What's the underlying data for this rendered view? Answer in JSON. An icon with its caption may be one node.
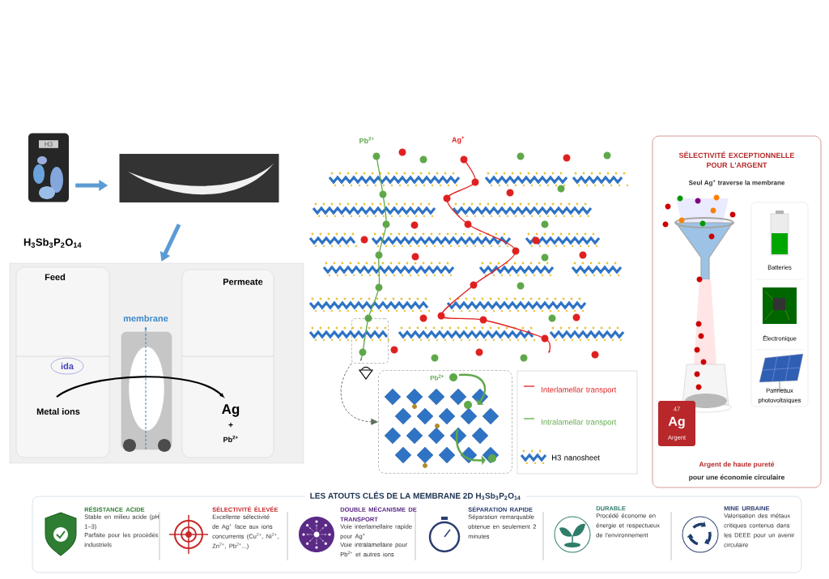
{
  "diagram": {
    "nodes": [
      {
        "text": [
          "H3"
        ]
      },
      {
        "text": [],
        "shape": "picture"
      },
      {
        "text": [
          "Feed",
          "Permeate",
          "membrane",
          "ida",
          "Metal ions",
          "Ag",
          "+",
          "Pb$^{2+}$"
        ]
      },
      {
        "text": [],
        "shape": "box"
      },
      {
        "text": [
          "Pb$^{2+}$"
        ]
      },
      {
        "text": [
          "SÉLECTIVITÉ EXCEPTIONNELLE POUR L'ARGENT",
          "Seul Ag$^{+}$ traverse la membrane",
          "Argent de haute pureté",
          "pour une économie circulaire"
        ]
      },
      {
        "text": [
          "Batteries"
        ],
        "in": 5
      },
      {
        "text": [
          "Électronique"
        ],
        "in": 5
      },
      {
        "text": [
          "Panneaux photovoltaïques"
        ],
        "in": 5
      },
      {
        "text": [
          "47",
          "Ag",
          "Argent"
        ],
        "in": 5
      },
      {
        "text": [
          "LES ATOUTS CLÉS DE LA MEMBRANE 2D H$_{3}$Sb$_{3}$P$_{2}$O$_{14}$"
        ]
      },
      {
        "text": [
          "RÉSISTANCE ACIDE",
          "Stable en milieu acide (pH 1–3)",
          "Parfaite pour les procédés industriels"
        ],
        "in": 10
      },
      {
        "text": [
          "SÉLECTIVITÉ ÉLEVÉE",
          "Excellente sélectivité de Ag$^{+}$ face aux ions concurrents (Cu$^{2+}$, Ni$^{2+}$, Zn$^{2+}$, Pb$^{2+}$...)"
        ],
        "in": 10
      },
      {
        "text": [
          "DOUBLE MÉCANISME DE TRANSPORT",
          "Voie interlamellaire rapide pour Ag$^{+}$",
          "Voie intralamellaire pour Pb$^{2+}$ et autres ions"
        ],
        "in": 10
      },
      {
        "text": [
          "SÉPARATION RAPIDE",
          "Séparation remarquable obtenue en seulement 2 minutes"
        ],
        "in": 10
      },
      {
        "text": [
          "DURABLE",
          "Procédé économe en énergie et respectueux de l'environnement"
        ],
        "in": 10
      },
      {
        "text": [
          "MINE URBAINE",
          "Valorisation des métaux critiques contenus dans les DEEE pour un avenir circulaire"
        ],
        "in": 10
      }
    ],
    "edges": [
      {
        "from": 0,
        "to": 1,
        "arrow": "to"
      },
      {
        "from": 1,
        "to": 2,
        "arrow": "to"
      },
      {
        "from": 3,
        "to": 4,
        "arrow": "to",
        "style": "dashed",
        "color": "#5a6e5a"
      }
    ],
    "labels": [
      "Pb$^{2+}$",
      "Ag$^{+}$",
      "H$_{3}$Sb$_{3}$P$_{2}$O$_{14}$"
    ],
    "legend": [
      {
        "text": "Interlamellar transport"
      },
      {
        "text": "Intralamellar transport"
      },
      {
        "text": "H3 nanosheet"
      }
    ]
  }
}
